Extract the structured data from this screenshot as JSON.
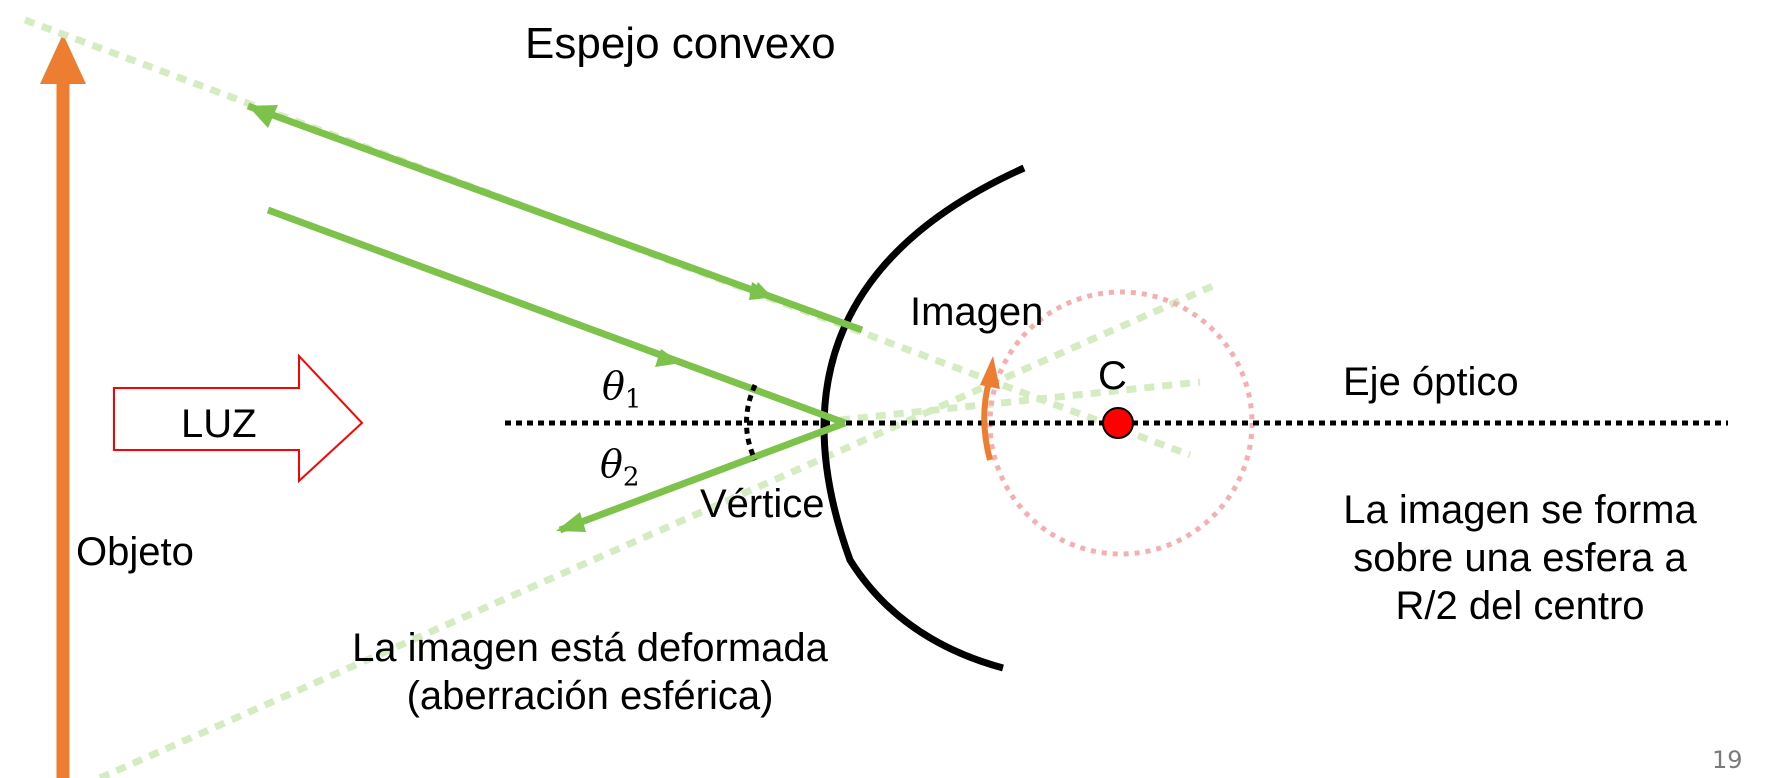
{
  "slide": {
    "title": "Espejo convexo",
    "page_number": "19"
  },
  "labels": {
    "light": "LUZ",
    "object": "Objeto",
    "image": "Imagen",
    "center": "C",
    "optical_axis": "Eje óptico",
    "vertex": "Vértice",
    "theta1": "θ",
    "theta1_sub": "1",
    "theta2": "θ",
    "theta2_sub": "2"
  },
  "notes": {
    "aberration_line1": "La imagen está deformada",
    "aberration_line2": "(aberración esférica)",
    "sphere_line1": "La imagen se forma",
    "sphere_line2": "sobre una esfera a",
    "sphere_line3": "R/2 del centro"
  },
  "colors": {
    "ray": "#7dc24b",
    "ray_dashed": "#d5ecc2",
    "object_arrow": "#ed7d31",
    "center_point": "#ff0000",
    "image_circle": "#f4b0b0",
    "light_arrow_border": "#ff0000",
    "mirror": "#000000"
  }
}
